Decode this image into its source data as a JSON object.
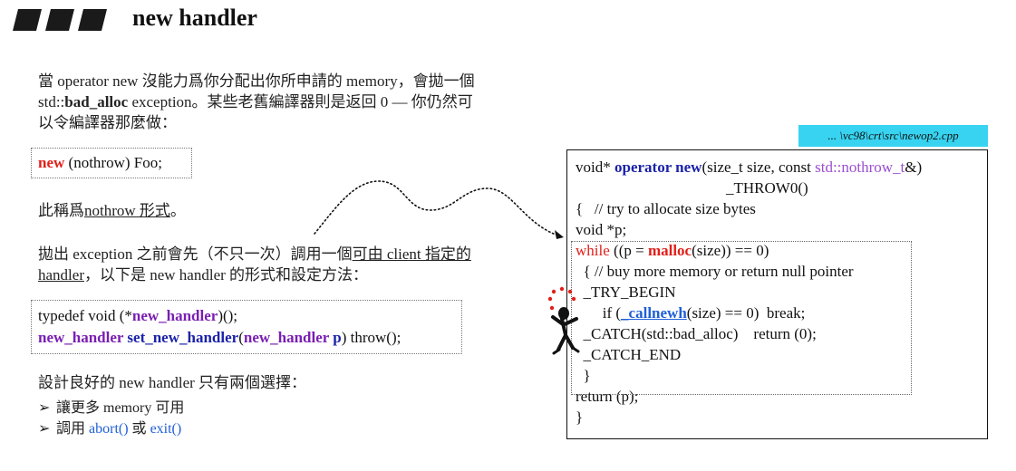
{
  "title": "new handler",
  "intro": {
    "line1": "當 operator new 沒能力爲你分配出你所申請的 memory，會拋一個",
    "line2_prefix": "std::",
    "line2_bold": "bad_alloc",
    "line2_suffix": " exception。某些老舊編譯器則是返回 0 — 你仍然可",
    "line3": "以令編譯器那麼做："
  },
  "example_nothrow": {
    "keyword": "new",
    "rest": " (nothrow) Foo;"
  },
  "nothrow_note": {
    "prefix": "此稱爲",
    "underlined": "nothrow 形式",
    "suffix": "。"
  },
  "handler_para": {
    "line1_prefix": "拋出 exception 之前會先（不只一次）調用一個",
    "line1_underlined": "可由 client 指定的",
    "line2_underlined": "handler",
    "line2_suffix": "，以下是 new handler 的形式和設定方法："
  },
  "handler_code": {
    "l1_a": "typedef void (*",
    "l1_b": "new_handler",
    "l1_c": ")();",
    "l2_a": "new_handler",
    "l2_b": " set_new_handler",
    "l2_c": "(",
    "l2_d": "new_handler",
    "l2_e": " p",
    "l2_f": ") throw();"
  },
  "choices": {
    "heading": "設計良好的 new handler 只有兩個選擇：",
    "bullet_glyph": "➢",
    "item1": "讓更多 memory 可用",
    "item2_prefix": "調用 ",
    "item2_abort": "abort()",
    "item2_mid": " 或 ",
    "item2_exit": "exit()"
  },
  "file_path": "... \\vc98\\crt\\src\\newop2.cpp",
  "code": {
    "l1_a": "void* ",
    "l1_b": "operator new",
    "l1_c": "(size_t size, const ",
    "l1_d": "std::nothrow_t",
    "l1_e": "&)",
    "l2": "_THROW0()",
    "l3": "{   // try to allocate size bytes",
    "l4": "void *p;",
    "l5_a": "while",
    "l5_b": " ((p = ",
    "l5_c": "malloc",
    "l5_d": "(size)) == 0)",
    "l6": "  { // buy more memory or return null pointer",
    "l7": "  _TRY_BEGIN",
    "l8_a": "       if (",
    "l8_b": "_callnewh",
    "l8_c": "(size) == 0)  break;",
    "l9": "  _CATCH(std::bad_alloc)    return (0);",
    "l10": "  _CATCH_END",
    "l11": "  }",
    "l12": "return (p);",
    "l13": "}"
  },
  "colors": {
    "keyword_red": "#e0201a",
    "navy": "#1b23a8",
    "purple": "#7a1fb3",
    "blue": "#1f5fd6",
    "file_tag_bg": "#37d3f0"
  }
}
